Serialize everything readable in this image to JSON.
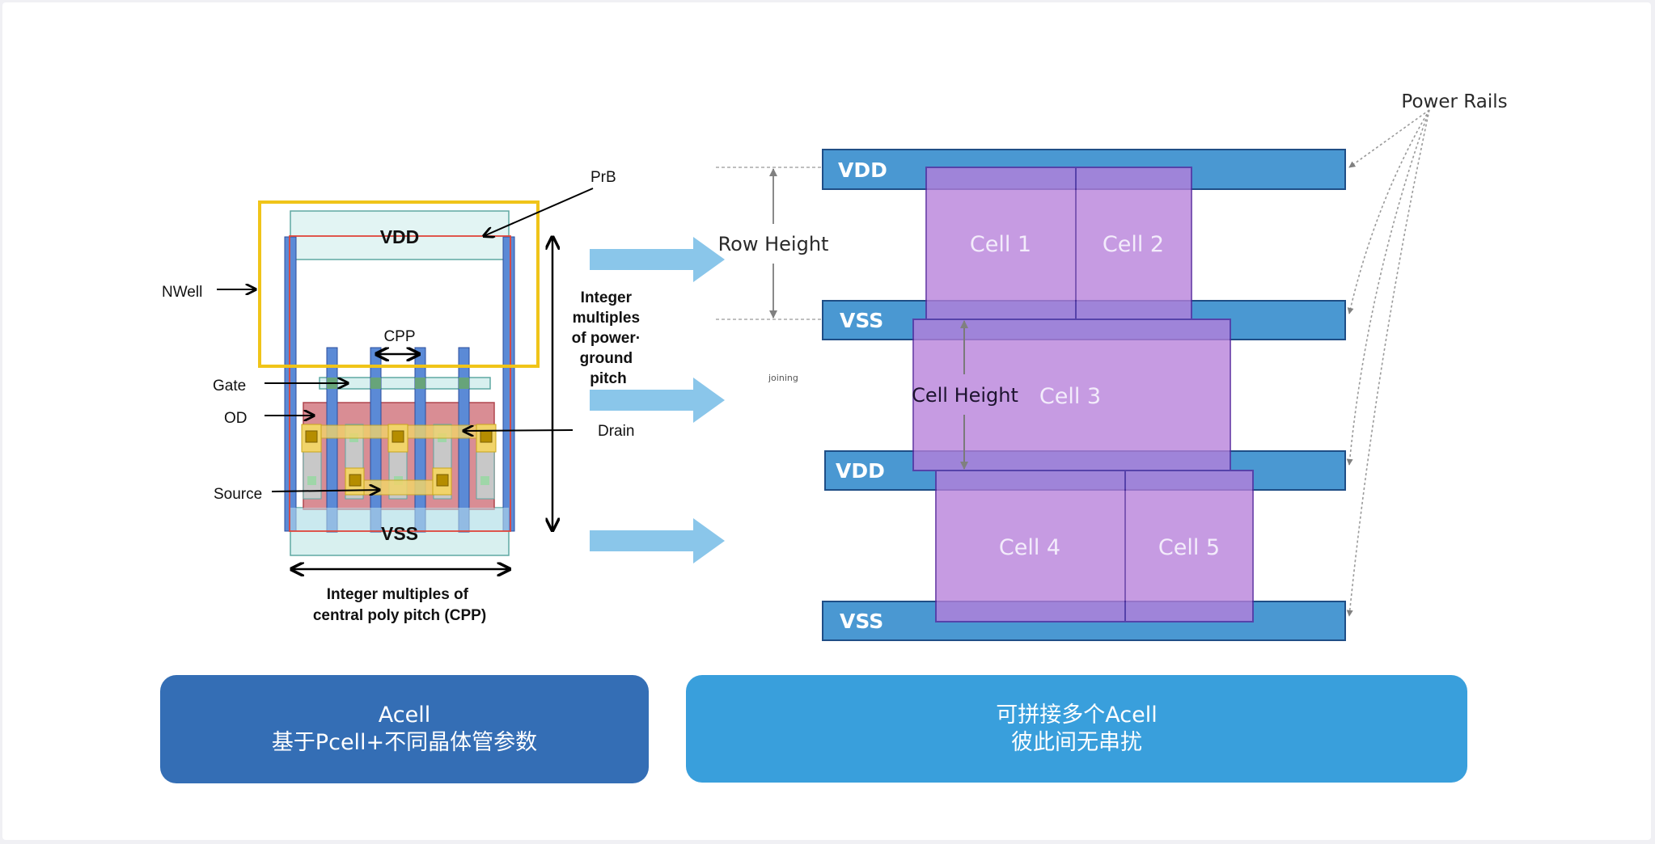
{
  "left_diagram": {
    "title": "Standard cell layout (Pcell)",
    "labels": {
      "vdd": "VDD",
      "vss": "VSS",
      "prb": "PrB",
      "nwell": "NWell",
      "cpp": "CPP",
      "gate": "Gate",
      "od": "OD",
      "source": "Source",
      "drain": "Drain",
      "width_caption_line1": "Integer multiples of",
      "width_caption_line2": "central poly pitch (CPP)",
      "height_caption_lines": [
        "Integer",
        "multiples",
        "of power·",
        "ground",
        "pitch"
      ]
    },
    "colors": {
      "nwell_outline": "#f0c419",
      "poly": "#5b8ad6",
      "od": "#d98d94",
      "rail_fill": "#d8f0ef",
      "prb_outline": "#e0453a",
      "contact": "#b58d00"
    }
  },
  "flow_arrows": {
    "count": 3,
    "color": "#8ac6ea"
  },
  "right_diagram": {
    "annotation_small": "joining",
    "row_height_label": "Row Height",
    "cell_height_label": "Cell Height",
    "power_rails_label": "Power Rails",
    "rails": [
      {
        "label": "VDD"
      },
      {
        "label": "VSS"
      },
      {
        "label": "VDD"
      },
      {
        "label": "VSS"
      }
    ],
    "cells": [
      {
        "label": "Cell 1",
        "row": 1
      },
      {
        "label": "Cell 2",
        "row": 1
      },
      {
        "label": "Cell 3",
        "row": 2
      },
      {
        "label": "Cell 4",
        "row": 3
      },
      {
        "label": "Cell 5",
        "row": 3
      }
    ],
    "colors": {
      "rail": "#4a98d2",
      "rail_border": "#1f4e86",
      "cell": "#b77fdb",
      "cell_border": "#6a3aa8"
    }
  },
  "banners": {
    "left": {
      "line1": "Acell",
      "line2": "基于Pcell+不同晶体管参数",
      "color": "#346eb5"
    },
    "right": {
      "line1": "可拼接多个Acell",
      "line2": "彼此间无串扰",
      "color": "#399fdc"
    }
  }
}
